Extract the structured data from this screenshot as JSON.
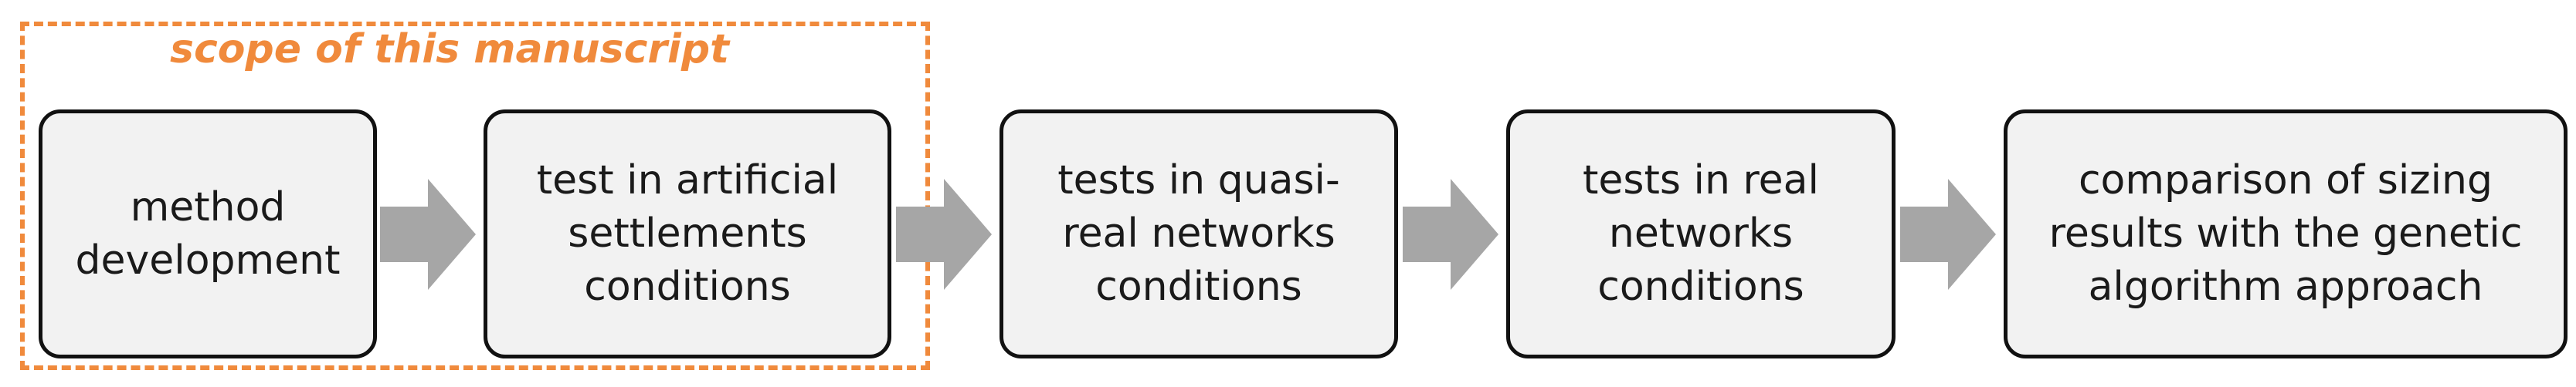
{
  "scope": {
    "label": "scope of this manuscript",
    "color": "#f08a3c"
  },
  "steps": [
    {
      "label": "method\ndevelopment"
    },
    {
      "label": "test in artificial\nsettlements\nconditions"
    },
    {
      "label": "tests in quasi-\nreal networks\nconditions"
    },
    {
      "label": "tests in real\nnetworks\nconditions"
    },
    {
      "label": "comparison of sizing\nresults with the genetic\nalgorithm approach"
    }
  ],
  "colors": {
    "box_fill": "#f2f2f2",
    "box_border": "#111111",
    "arrow": "#a6a6a6"
  }
}
